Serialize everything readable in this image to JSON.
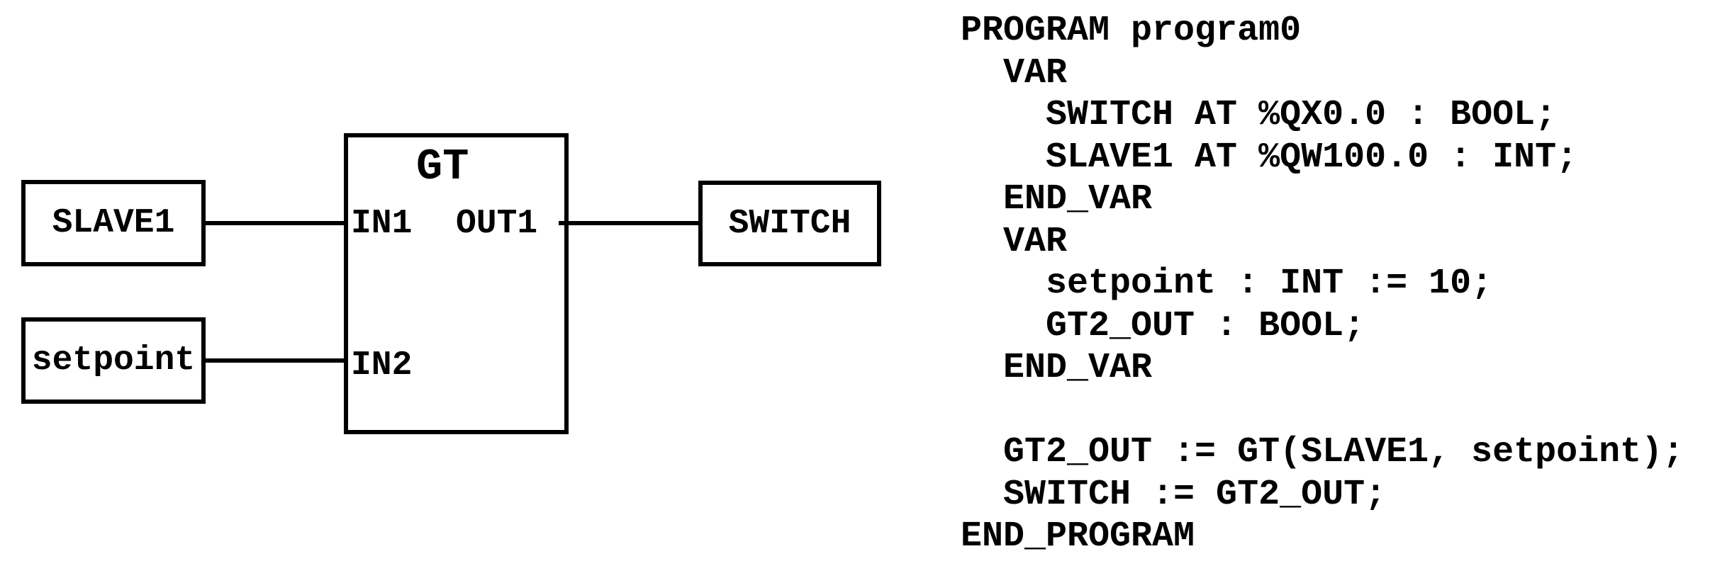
{
  "colors": {
    "foreground": "#000000",
    "background": "#ffffff"
  },
  "diagram": {
    "input_blocks": [
      {
        "label": "SLAVE1"
      },
      {
        "label": "setpoint"
      }
    ],
    "function_block": {
      "title": "GT",
      "input_pins": [
        {
          "label": "IN1"
        },
        {
          "label": "IN2"
        }
      ],
      "output_pins": [
        {
          "label": "OUT1"
        }
      ]
    },
    "output_block": {
      "label": "SWITCH"
    }
  },
  "code": {
    "language": "structured-text",
    "lines": [
      "PROGRAM program0",
      "  VAR",
      "    SWITCH AT %QX0.0 : BOOL;",
      "    SLAVE1 AT %QW100.0 : INT;",
      "  END_VAR",
      "  VAR",
      "    setpoint : INT := 10;",
      "    GT2_OUT : BOOL;",
      "  END_VAR",
      "",
      "  GT2_OUT := GT(SLAVE1, setpoint);",
      "  SWITCH := GT2_OUT;",
      "END_PROGRAM"
    ]
  }
}
